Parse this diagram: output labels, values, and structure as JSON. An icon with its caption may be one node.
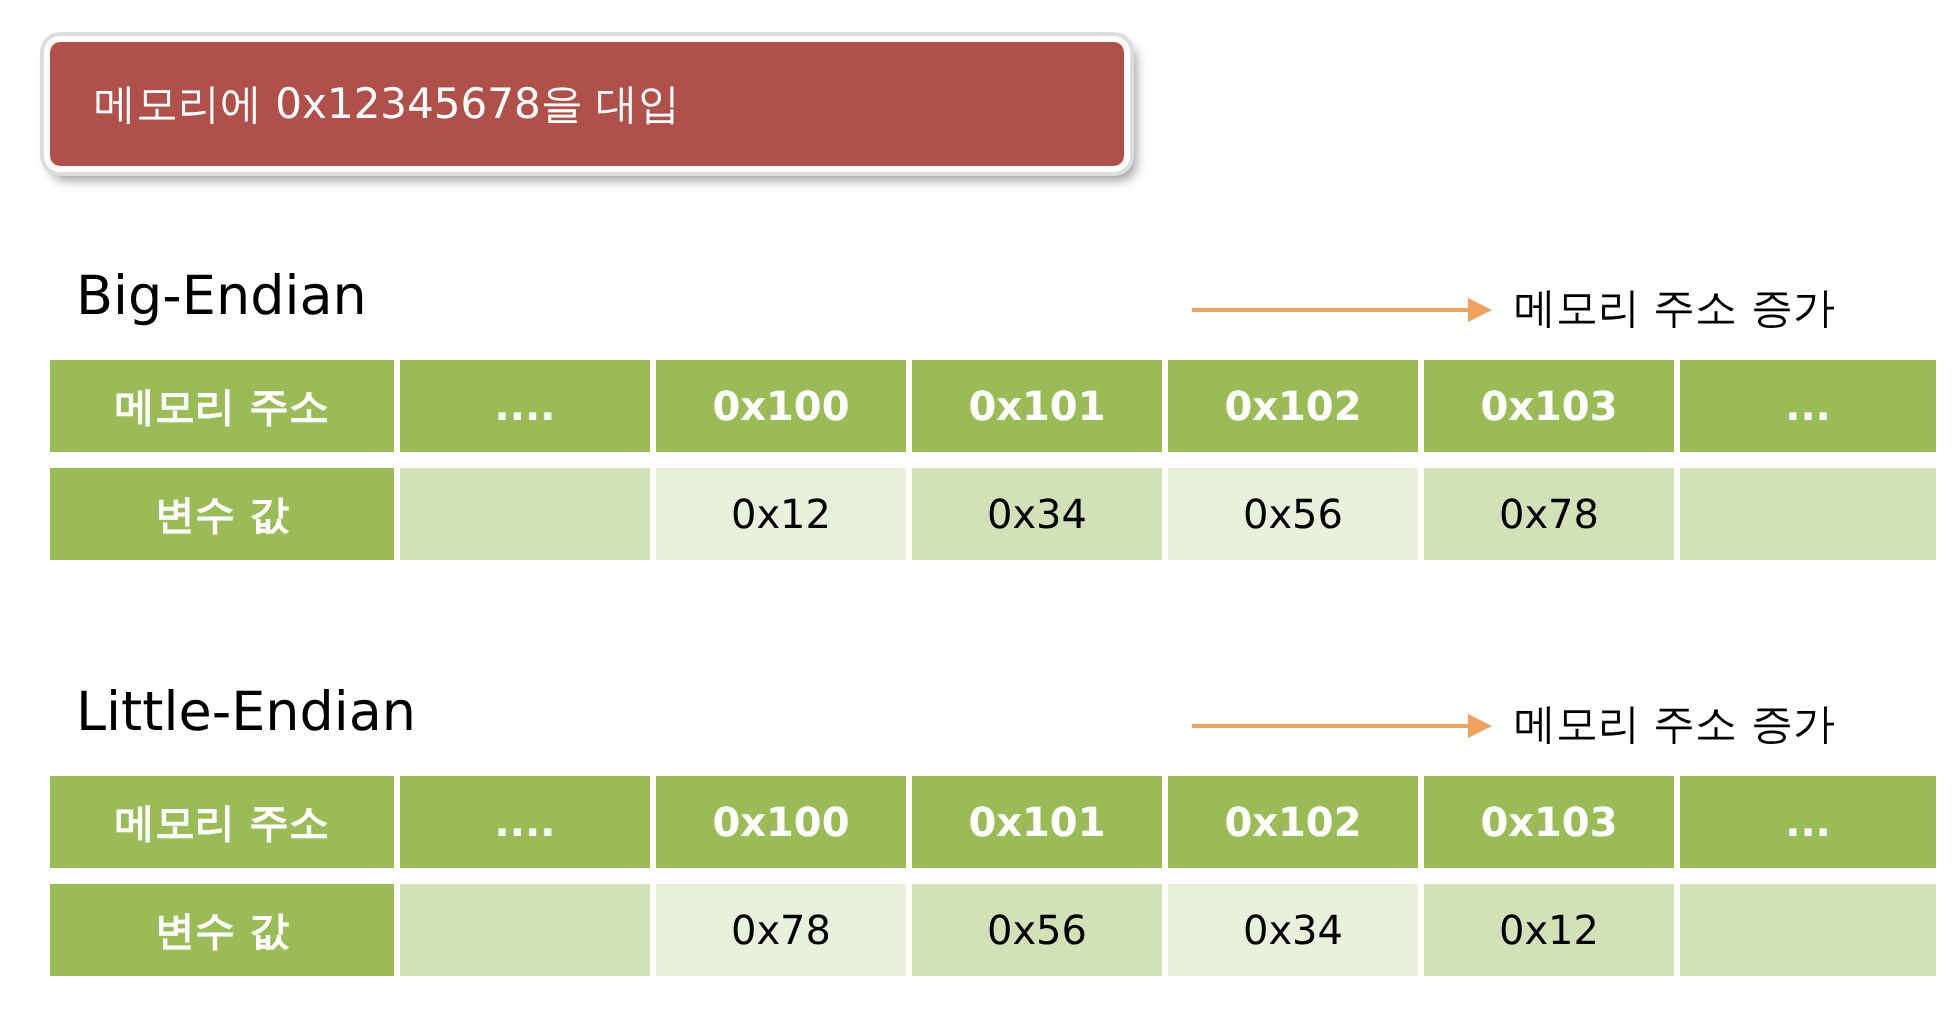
{
  "diagram": {
    "nodes": [
      {
        "text": [
          "메모리에 0x12345678을 대입"
        ]
      }
    ],
    "labels": [
      "Big-Endian",
      "메모리 주소 증가",
      "메모리 주소",
      "....",
      "0x100",
      "0x101",
      "0x102",
      "0x103",
      "...",
      "변수 값",
      "0x12",
      "0x34",
      "0x56",
      "0x78",
      "Little-Endian",
      "메모리 주소 증가",
      "메모리 주소",
      "....",
      "0x100",
      "0x101",
      "0x102",
      "0x103",
      "...",
      "변수 값",
      "0x78",
      "0x56",
      "0x34",
      "0x12"
    ]
  }
}
